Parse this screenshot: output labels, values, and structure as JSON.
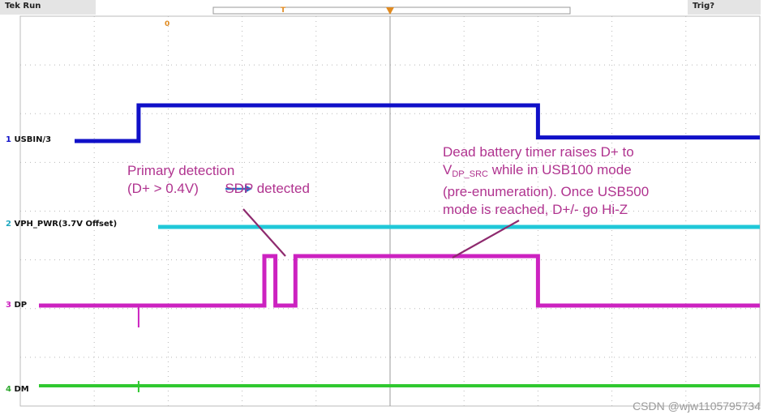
{
  "header": {
    "left": "Tek Run",
    "right": "Trig?"
  },
  "markers": {
    "trigger": "T",
    "time_ref": "0"
  },
  "chart_data": {
    "type": "line",
    "x_range": [
      0,
      10
    ],
    "grid": true,
    "series": [
      {
        "name": "USBIN/3",
        "channel": "1",
        "color": "#1010c8",
        "points": [
          [
            0,
            0
          ],
          [
            1.6,
            0
          ],
          [
            1.6,
            1
          ],
          [
            7.0,
            1
          ],
          [
            7.0,
            0.1
          ],
          [
            10,
            0.1
          ]
        ]
      },
      {
        "name": "VPH_PWR(3.7V Offset)",
        "channel": "2",
        "color": "#20c8d8",
        "points": [
          [
            0,
            0
          ],
          [
            10,
            0
          ]
        ]
      },
      {
        "name": "DP",
        "channel": "3",
        "color": "#cc22c0",
        "points": [
          [
            0,
            0
          ],
          [
            1.6,
            0
          ],
          [
            3.3,
            0
          ],
          [
            3.3,
            1
          ],
          [
            3.45,
            1
          ],
          [
            3.45,
            0
          ],
          [
            3.72,
            0
          ],
          [
            3.72,
            1
          ],
          [
            7.0,
            1
          ],
          [
            7.0,
            0
          ],
          [
            10,
            0
          ]
        ]
      },
      {
        "name": "DM",
        "channel": "4",
        "color": "#30c830",
        "points": [
          [
            0,
            0
          ],
          [
            10,
            0
          ]
        ]
      }
    ],
    "annotations": [
      {
        "line1": "Primary detection",
        "line2_a": "(D+ > 0.4V)",
        "arrow": "→",
        "line2_b": "SDP detected"
      },
      {
        "l1": "Dead battery timer raises D+ to",
        "l2_a": "V",
        "l2_sub": "DP_SRC",
        "l2_b": " while in USB100 mode",
        "l3": "(pre-enumeration).  Once USB500",
        "l4": "mode is reached, D+/- go Hi-Z"
      }
    ]
  },
  "watermark": "CSDN @wjw1105795734"
}
